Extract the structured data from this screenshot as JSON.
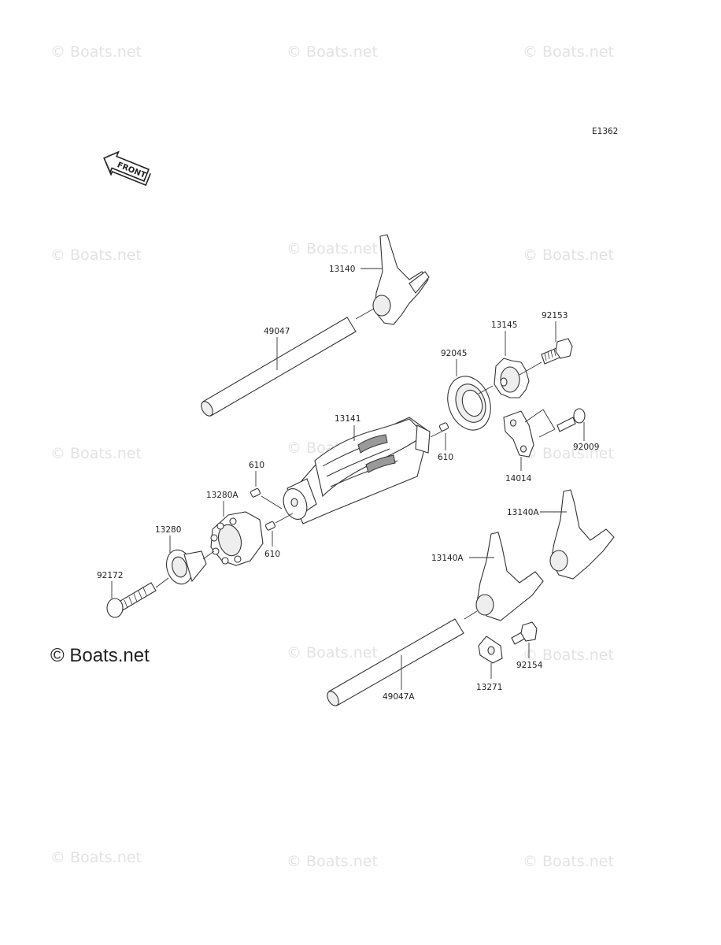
{
  "diagram_code": "E1362",
  "front_label": "FRONT",
  "watermark_text": "© Boats.net",
  "footer_watermark": "© Boats.net",
  "parts": {
    "p13140": "13140",
    "p49047": "49047",
    "p13145": "13145",
    "p92153": "92153",
    "p92045": "92045",
    "p13141": "13141",
    "p92009": "92009",
    "p610_top": "610",
    "p610_right": "610",
    "p610_bottom": "610",
    "p14014": "14014",
    "p13280A": "13280A",
    "p13140A_top": "13140A",
    "p13280": "13280",
    "p13140A_mid": "13140A",
    "p92172": "92172",
    "p13271": "13271",
    "p92154": "92154",
    "p49047A": "49047A"
  }
}
